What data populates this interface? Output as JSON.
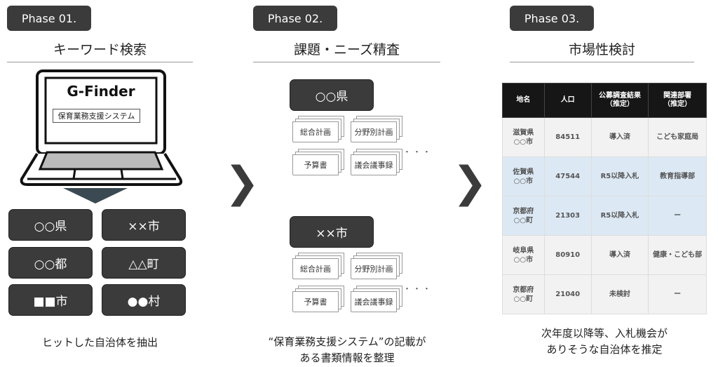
{
  "phases": [
    {
      "label": "Phase 01.",
      "title": "キーワード検索",
      "caption": "ヒットした自治体を抽出"
    },
    {
      "label": "Phase 02.",
      "title": "課題・ニーズ精査",
      "caption_lines": [
        "“保育業務支援システム”の記載が",
        "ある書類情報を整理"
      ]
    },
    {
      "label": "Phase 03.",
      "title": "市場性検討",
      "caption_lines": [
        "次年度以降等、入札機会が",
        "ありそうな自治体を推定"
      ]
    }
  ],
  "laptop": {
    "app_name": "G-Finder",
    "search_keyword": "保育業務支援システム"
  },
  "municipalities": [
    "○○県",
    "××市",
    "○○都",
    "△△町",
    "■■市",
    "●●村"
  ],
  "groups": [
    {
      "name": "○○県",
      "documents": [
        "総合計画",
        "分野別計画",
        "予算書",
        "議会議事録"
      ],
      "more": "・・・"
    },
    {
      "name": "××市",
      "documents": [
        "総合計画",
        "分野別計画",
        "予算書",
        "議会議事録"
      ],
      "more": "・・・"
    }
  ],
  "table": {
    "headers": [
      "地名",
      "人口",
      "公募調査結果\n（推定）",
      "関連部署\n（推定）"
    ],
    "rows": [
      {
        "place": [
          "滋賀県",
          "○○市"
        ],
        "population": "84511",
        "result": "導入済",
        "dept": "こども家庭局",
        "highlight": false
      },
      {
        "place": [
          "佐賀県",
          "○○市"
        ],
        "population": "47544",
        "result": "R5以降入札",
        "dept": "教育指導部",
        "highlight": true
      },
      {
        "place": [
          "京都府",
          "○○町"
        ],
        "population": "21303",
        "result": "R5以降入札",
        "dept": "ー",
        "highlight": true
      },
      {
        "place": [
          "岐阜県",
          "○○市"
        ],
        "population": "80910",
        "result": "導入済",
        "dept": "健康・こども部",
        "highlight": false
      },
      {
        "place": [
          "京都府",
          "○○町"
        ],
        "population": "21040",
        "result": "未検討",
        "dept": "ー",
        "highlight": false
      }
    ]
  },
  "icons": {
    "arrow": "chevron-right-icon",
    "down": "triangle-down-icon"
  }
}
